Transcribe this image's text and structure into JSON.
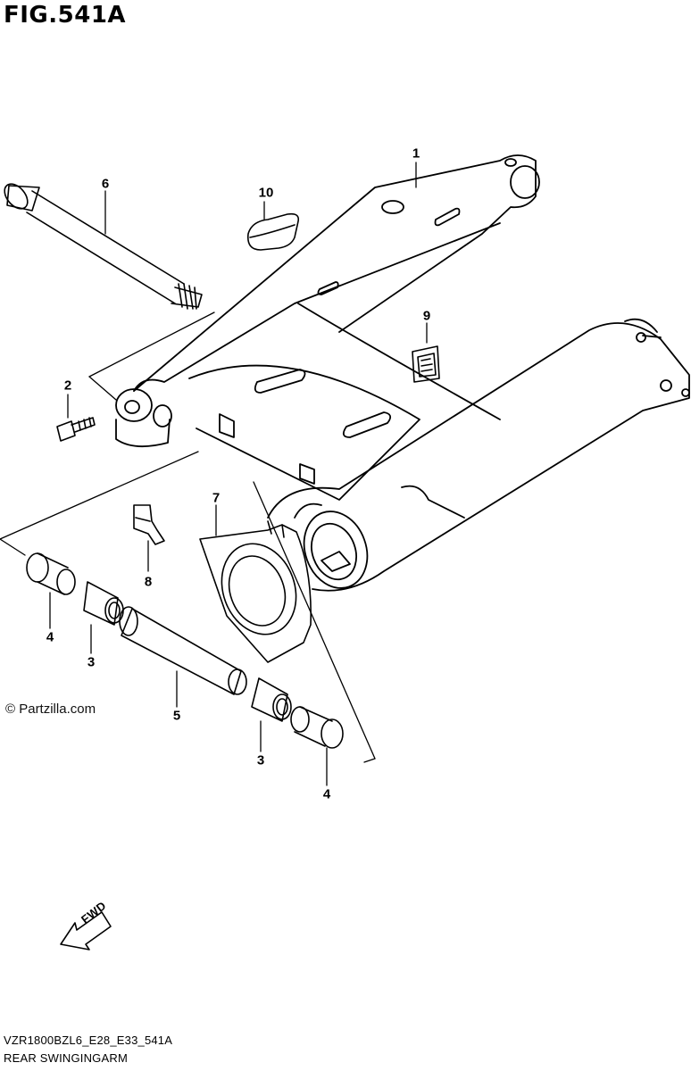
{
  "figure": {
    "title": "FIG.541A",
    "copyright": "© Partzilla.com",
    "model_code": "VZR1800BZL6_E28_E33_541A",
    "caption": "REAR SWINGINGARM",
    "fwd_label": "FWD"
  },
  "callouts": [
    {
      "id": "c1",
      "label": "1"
    },
    {
      "id": "c2",
      "label": "2"
    },
    {
      "id": "c3a",
      "label": "3"
    },
    {
      "id": "c3b",
      "label": "3"
    },
    {
      "id": "c4a",
      "label": "4"
    },
    {
      "id": "c4b",
      "label": "4"
    },
    {
      "id": "c5",
      "label": "5"
    },
    {
      "id": "c6",
      "label": "6"
    },
    {
      "id": "c7",
      "label": "7"
    },
    {
      "id": "c8",
      "label": "8"
    },
    {
      "id": "c9",
      "label": "9"
    },
    {
      "id": "c10",
      "label": "10"
    }
  ],
  "colors": {
    "line": "#000000",
    "background": "#ffffff"
  }
}
